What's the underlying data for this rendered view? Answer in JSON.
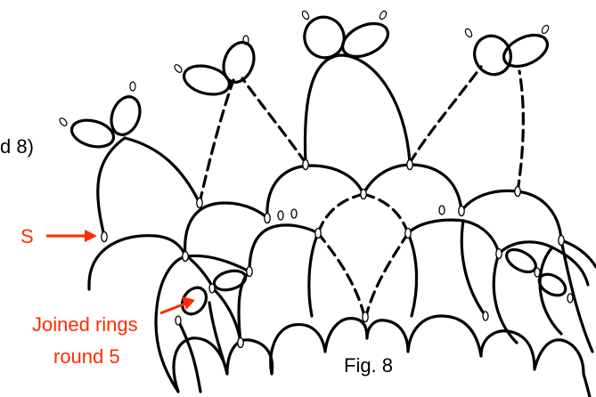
{
  "labels": {
    "round_partial": "d 8)",
    "s_marker": "S",
    "joined_rings_line1": "Joined rings",
    "joined_rings_line2": "round 5",
    "figure": "Fig. 8"
  },
  "colors": {
    "ink": "#000000",
    "annotation": "#ff2a00",
    "background": "#ffffff"
  }
}
